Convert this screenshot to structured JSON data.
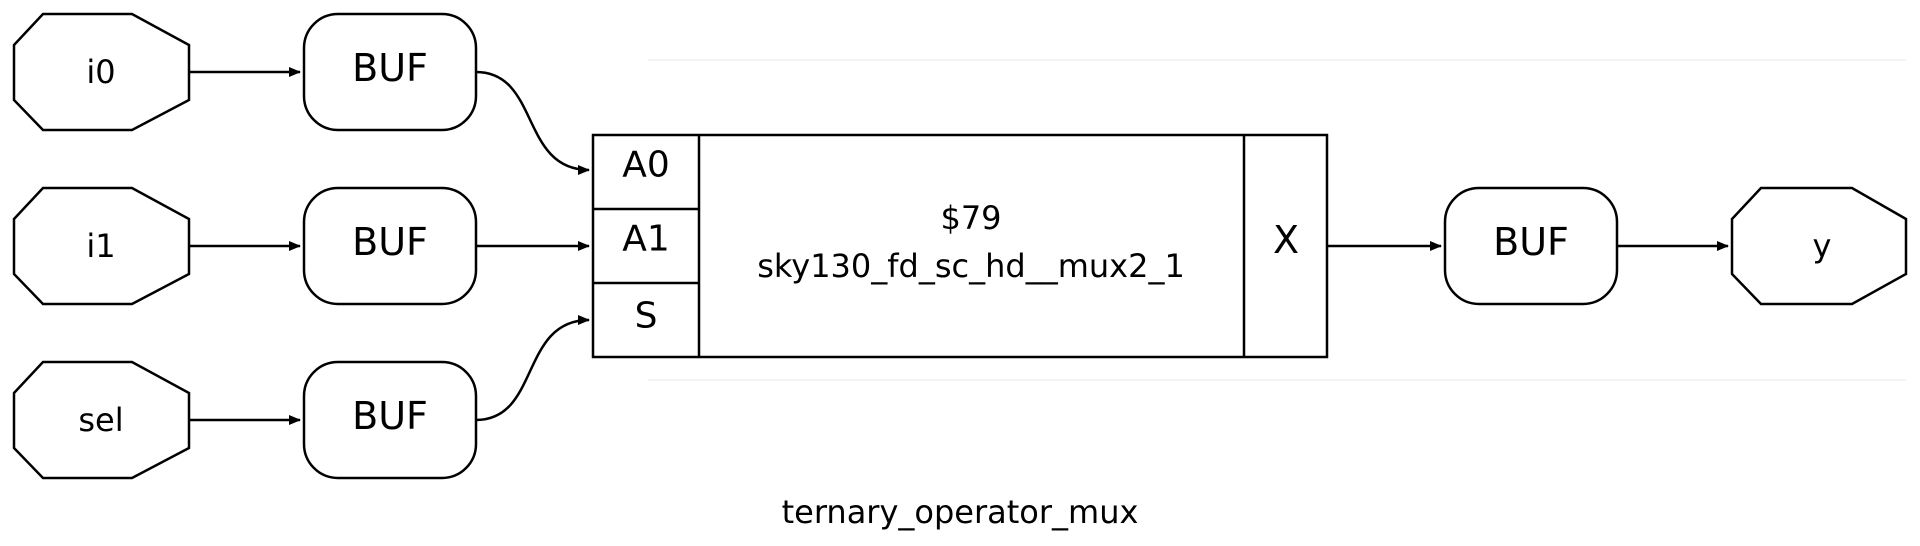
{
  "diagram": {
    "title": "ternary_operator_mux",
    "inputs": [
      "i0",
      "i1",
      "sel"
    ],
    "output": "y",
    "buffer_label": "BUF",
    "cell": {
      "id": "$79",
      "name": "sky130_fd_sc_hd__mux2_1",
      "ports_in": [
        "A0",
        "A1",
        "S"
      ],
      "port_out": "X"
    }
  }
}
